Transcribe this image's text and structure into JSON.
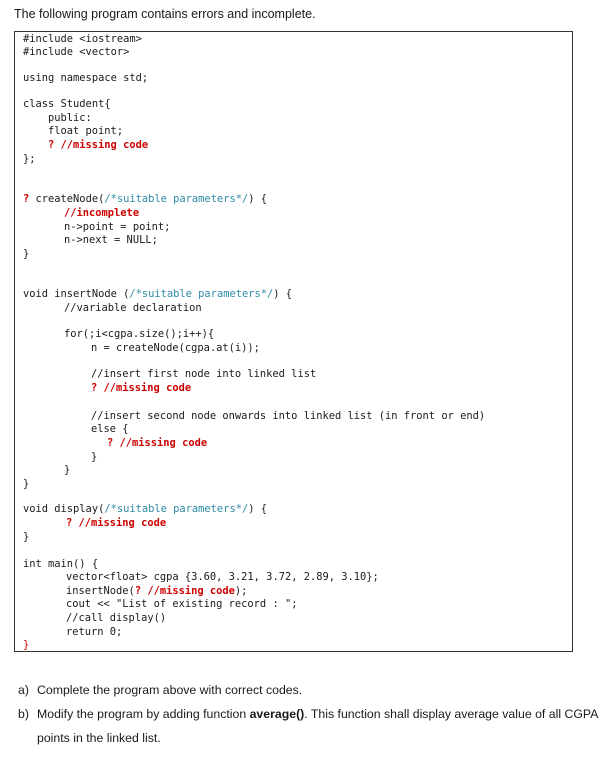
{
  "intro": "The following program contains errors and incomplete.",
  "code": {
    "include_iostream": "#include <iostream>",
    "include_vector": "#include <vector>",
    "using_ns": "using namespace std;",
    "class_open": "class Student{",
    "public_kw": "public:",
    "float_point": "float point;",
    "missing_code": "? //missing code",
    "class_close": "};",
    "q_mark": "?",
    "create_fn": " createNode(",
    "suitable_params": "/*suitable parameters*/",
    "paren_brace": ") {",
    "incomplete": "//incomplete",
    "assign_point": "n->point = point;",
    "assign_next": "n->next = NULL;",
    "brace_close": "}",
    "insert_fn": "void insertNode (",
    "var_decl": "//variable declaration",
    "for_loop": "for(;i<cgpa.size();i++){",
    "n_assign": "n = createNode(cgpa.at(i));",
    "insert_first_comment": "//insert first node into linked list",
    "insert_second_comment": "//insert second node onwards into linked list (in front or end)",
    "else_open": "else {",
    "display_fn": "void display(",
    "main_open": "int main() {",
    "vector_decl": "vector<float> cgpa {3.60, 3.21, 3.72, 2.89, 3.10};",
    "insert_call_pre": "insertNode(",
    "insert_call_missing": "? //missing code",
    "insert_call_post": ");",
    "cout_line": "cout << \"List of existing record : \";",
    "call_display": "//call display()",
    "return_line": "return 0;"
  },
  "questions": {
    "a_label": "a)",
    "a_text": "Complete the program above with correct codes.",
    "b_label": "b)",
    "b_text_pre": "Modify the program by adding function ",
    "b_func": "average()",
    "b_text_post": ". This function shall display average value of all CGPA",
    "b_text_line2": "points in the linked list."
  },
  "colors": {
    "missing": "#cc0000",
    "comment_param": "#2e8ba6",
    "border": "#333333"
  }
}
